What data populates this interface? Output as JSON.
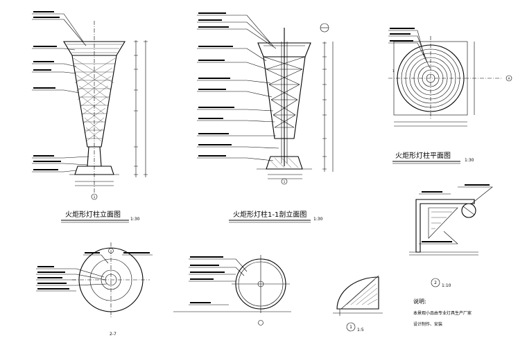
{
  "titles": {
    "elevation": "火炬形灯柱立面图",
    "elevation_scale": "1:30",
    "section": "火炬形灯柱1-1剖立面图",
    "section_scale": "1:30",
    "top_plan": "火炬形灯柱平面图",
    "top_plan_scale": "1:30"
  },
  "detail_marks": {
    "detail1_number": "1",
    "detail1_scale": "1:5",
    "detail2_number": "2",
    "detail2_scale": "1:10",
    "bottom_left_label": "2-7"
  },
  "notes": {
    "heading": "说明:",
    "line1": "本景观小品由专业灯具生产厂家",
    "line2": "设计制作、安装"
  },
  "axis_marks": {
    "elev_axis": "1",
    "section_axis": "1",
    "plan_axis": "1",
    "plan_right_axis": "A"
  }
}
